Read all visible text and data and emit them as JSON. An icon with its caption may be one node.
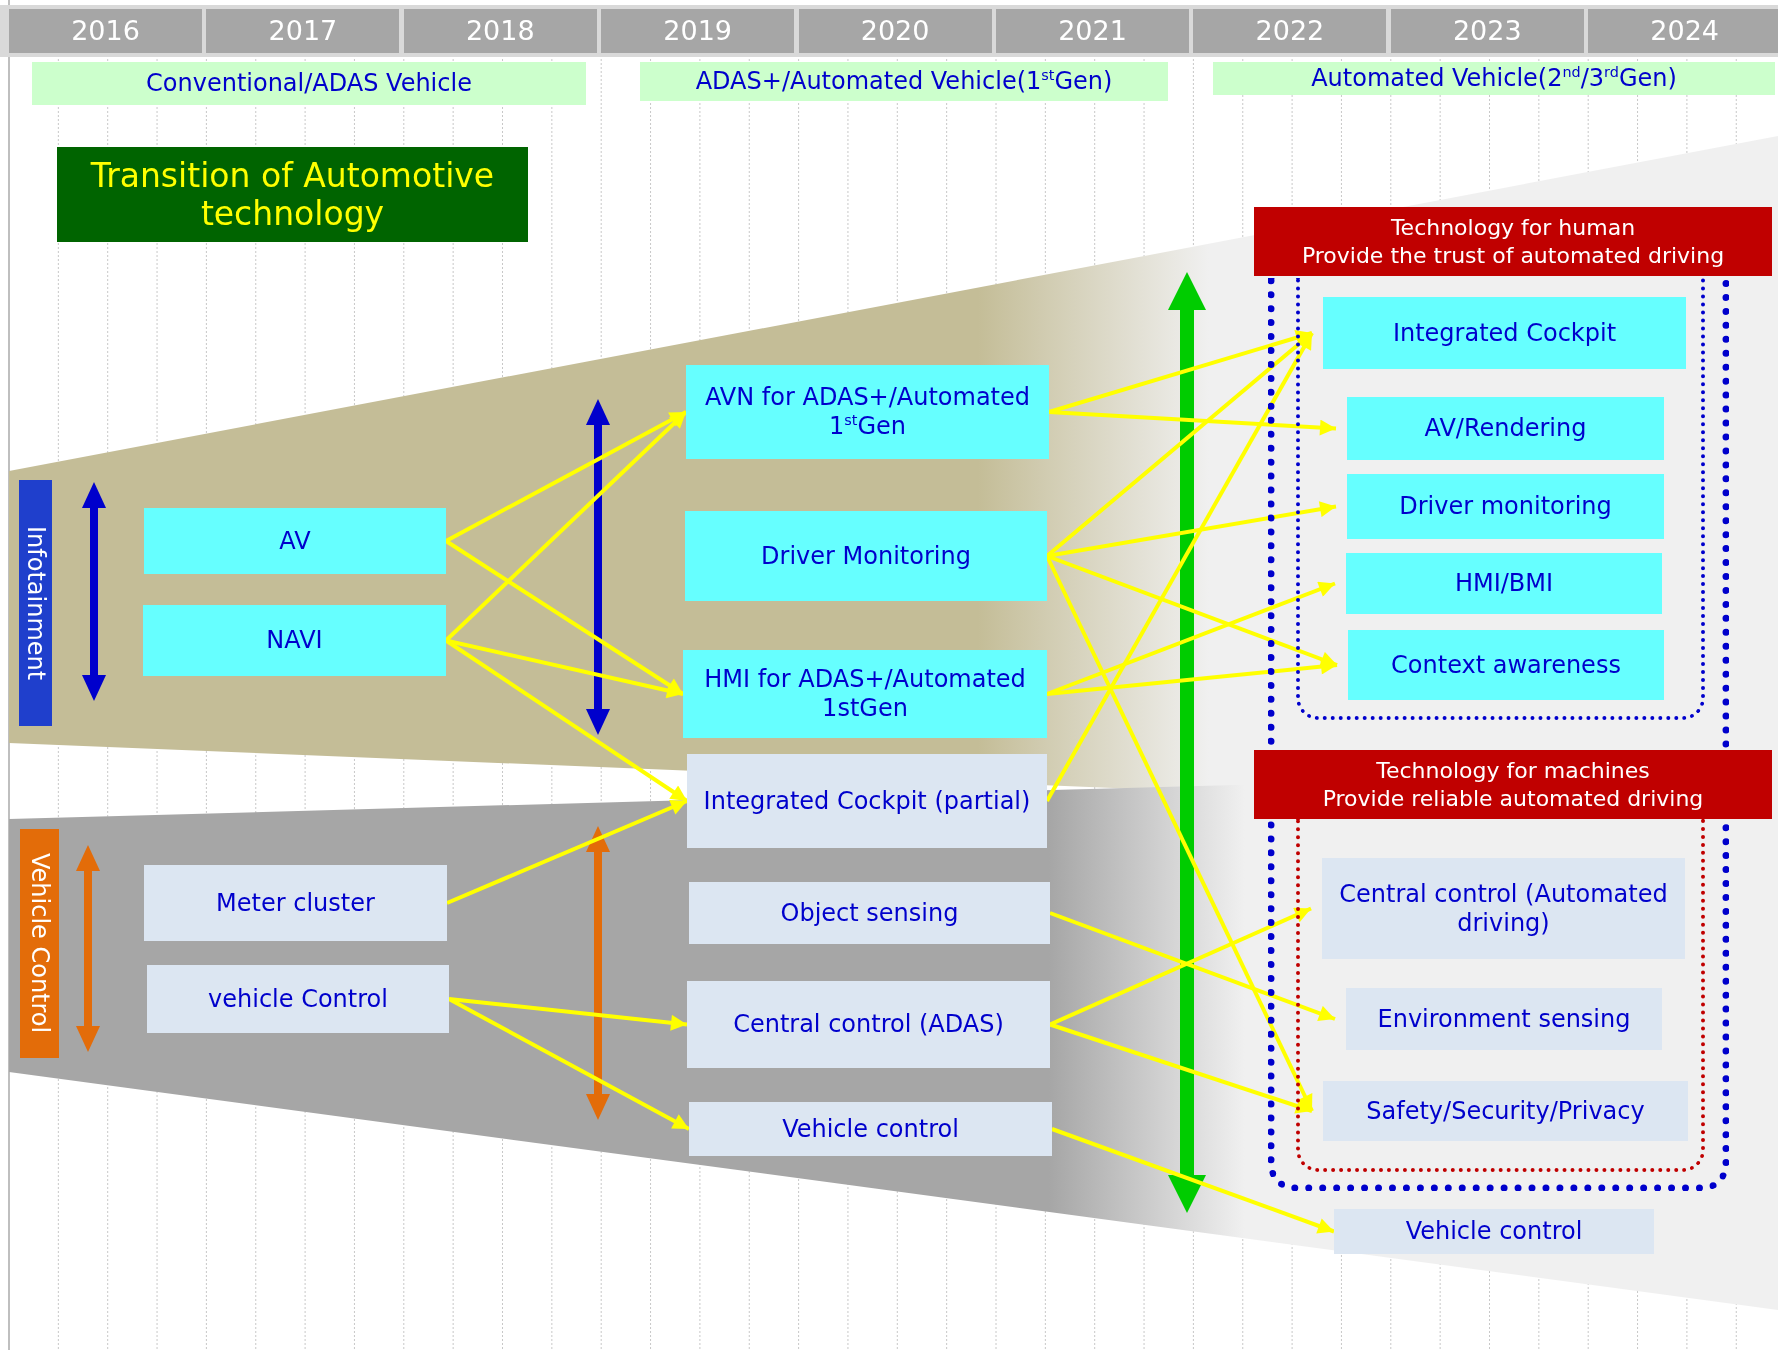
{
  "diagram": {
    "nodes": [
      {
        "text": [
          "2016"
        ]
      },
      {
        "text": [
          "2017"
        ]
      },
      {
        "text": [
          "2018"
        ]
      },
      {
        "text": [
          "2019"
        ]
      },
      {
        "text": [
          "2020"
        ]
      },
      {
        "text": [
          "2021"
        ]
      },
      {
        "text": [
          "2022"
        ]
      },
      {
        "text": [
          "2023"
        ]
      },
      {
        "text": [
          "2024"
        ]
      },
      {
        "text": [
          "Conventional/ADAS Vehicle"
        ]
      },
      {
        "text": [
          "ADAS+/Automated Vehicle(1$^{st}$Gen)"
        ]
      },
      {
        "text": [
          "Automated Vehicle(2$^{nd}$/3$^{rd}$Gen)"
        ]
      },
      {
        "text": [
          "Transition of Automotive technology"
        ]
      },
      {
        "text": [
          "Infotainment"
        ]
      },
      {
        "text": [
          "Vehicle Control"
        ]
      },
      {
        "text": [
          "AV"
        ]
      },
      {
        "text": [
          "NAVI"
        ]
      },
      {
        "text": [
          "Meter cluster"
        ]
      },
      {
        "text": [
          "vehicle Control"
        ]
      },
      {
        "text": [
          "AVN for ADAS+/Automated 1$^{st}$Gen"
        ]
      },
      {
        "text": [
          "Driver Monitoring"
        ]
      },
      {
        "text": [
          "HMI for ADAS+/Automated 1stGen"
        ]
      },
      {
        "text": [
          "Integrated Cockpit (partial)"
        ]
      },
      {
        "text": [
          "Object sensing"
        ]
      },
      {
        "text": [
          "Central control (ADAS)"
        ]
      },
      {
        "text": [
          "Vehicle control"
        ]
      },
      {
        "text": [],
        "shape": "box"
      },
      {
        "text": [
          "Technology for human",
          "Provide the trust of automated driving"
        ],
        "in": 26
      },
      {
        "text": [
          "Integrated Cockpit"
        ],
        "in": 27
      },
      {
        "text": [
          "AV/Rendering"
        ],
        "in": 27
      },
      {
        "text": [
          "Driver monitoring"
        ],
        "in": 27
      },
      {
        "text": [
          "HMI/BMI"
        ],
        "in": 27
      },
      {
        "text": [
          "Context awareness"
        ],
        "in": 27
      },
      {
        "text": [
          "Technology for machines",
          "Provide reliable automated driving"
        ],
        "in": 26
      },
      {
        "text": [
          "Central control (Automated driving)"
        ],
        "in": 33
      },
      {
        "text": [
          "Environment sensing"
        ],
        "in": 33
      },
      {
        "text": [
          "Safety/Security/Privacy"
        ],
        "in": 33
      },
      {
        "text": [
          "Vehicle control"
        ]
      }
    ],
    "edges": [
      {
        "from": 15,
        "to": 19,
        "arrow": "to"
      },
      {
        "from": 15,
        "to": 21,
        "arrow": "to"
      },
      {
        "from": 16,
        "to": 19,
        "arrow": "to"
      },
      {
        "from": 16,
        "to": 21,
        "arrow": "to"
      },
      {
        "from": 16,
        "to": 22,
        "arrow": "to"
      },
      {
        "from": 17,
        "to": 22,
        "arrow": "to"
      },
      {
        "from": 18,
        "to": 24,
        "arrow": "to"
      },
      {
        "from": 18,
        "to": 25,
        "arrow": "to"
      },
      {
        "from": 19,
        "to": 28,
        "arrow": "to"
      },
      {
        "from": 19,
        "to": 29,
        "arrow": "to"
      },
      {
        "from": 20,
        "to": 28,
        "arrow": "to"
      },
      {
        "from": 20,
        "to": 30,
        "arrow": "to"
      },
      {
        "from": 20,
        "to": 32,
        "arrow": "to"
      },
      {
        "from": 20,
        "to": 36,
        "arrow": "to"
      },
      {
        "from": 21,
        "to": 31,
        "arrow": "to"
      },
      {
        "from": 21,
        "to": 32,
        "arrow": "to"
      },
      {
        "from": 22,
        "to": 28,
        "arrow": "to"
      },
      {
        "from": 23,
        "to": 35,
        "arrow": "to"
      },
      {
        "from": 24,
        "to": 34,
        "arrow": "to"
      },
      {
        "from": 24,
        "to": 36,
        "arrow": "to"
      },
      {
        "from": 25,
        "to": 37,
        "arrow": "to"
      }
    ]
  }
}
